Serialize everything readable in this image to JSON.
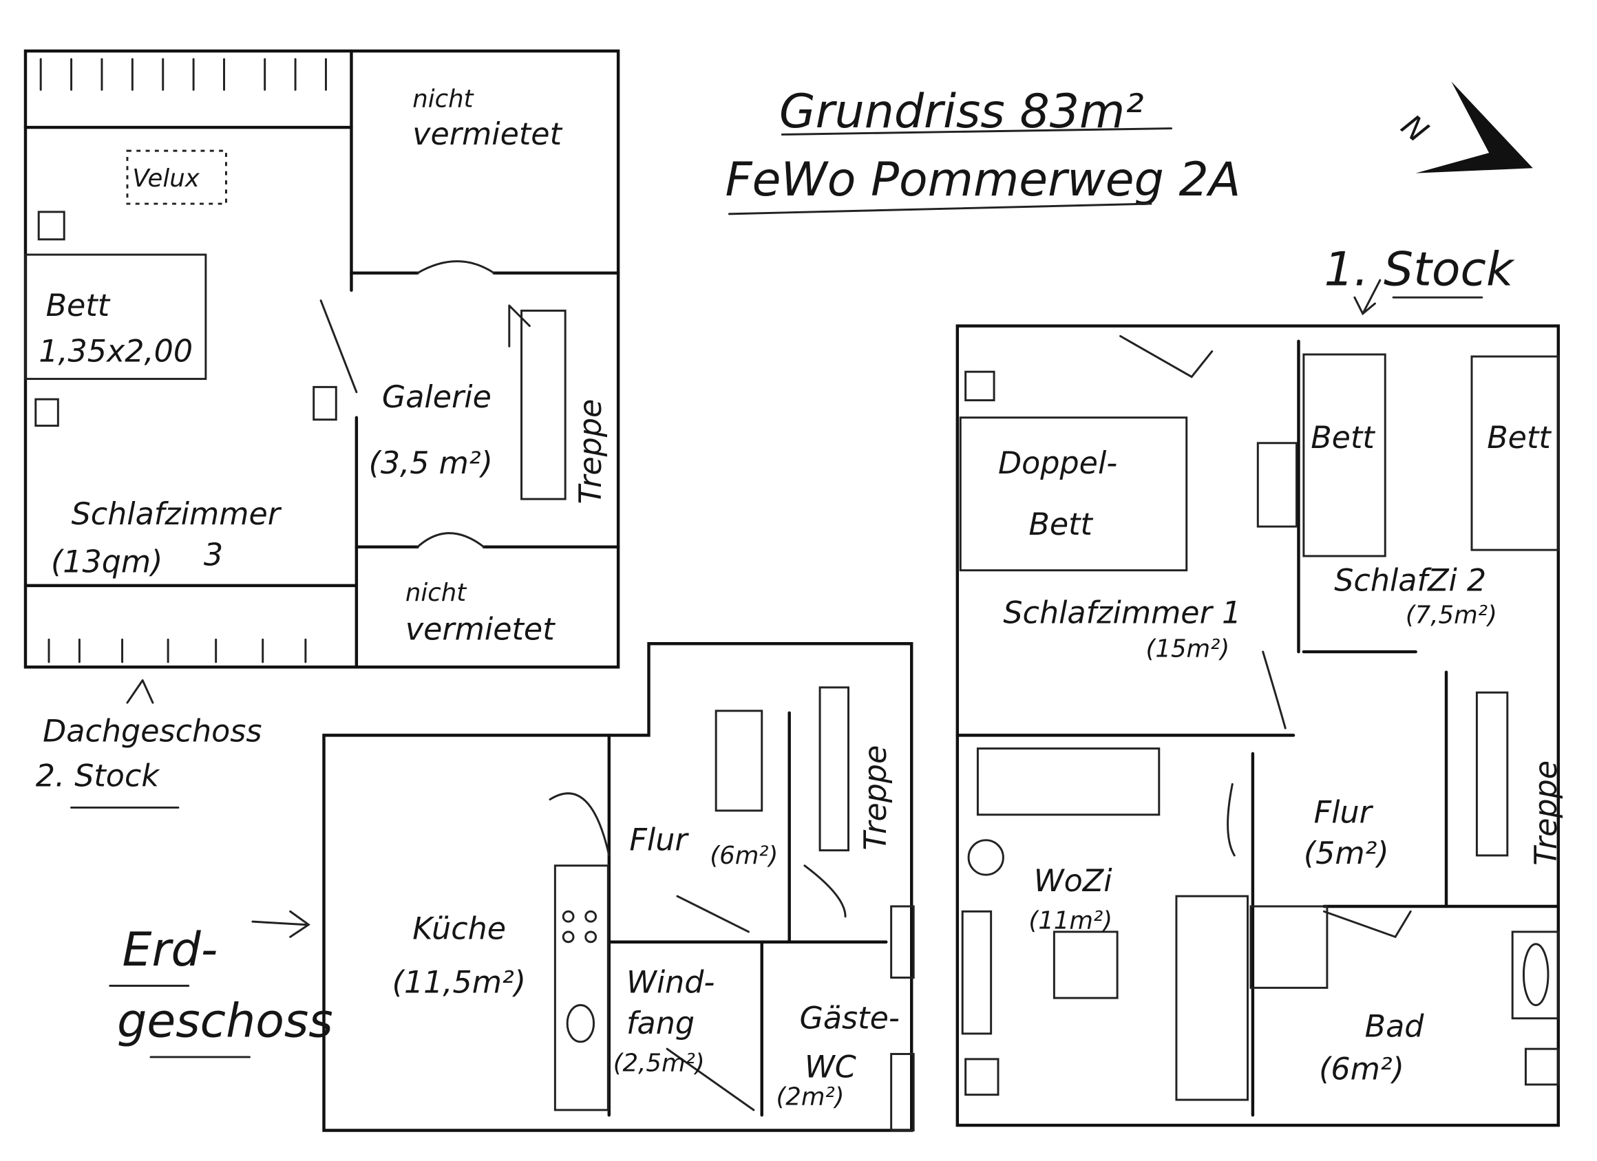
{
  "title": {
    "line1": "Grundriss 83m²",
    "line2": "FeWo Pommerweg 2A"
  },
  "north_label": "N",
  "floors": {
    "attic": {
      "label1": "Dachgeschoss",
      "label2": "2. Stock"
    },
    "ground": {
      "label1": "Erd-",
      "label2": "geschoss"
    },
    "first": {
      "label": "1. Stock"
    }
  },
  "attic_rooms": {
    "not_rented_top": [
      "nicht",
      "vermietet"
    ],
    "not_rented_bottom": [
      "nicht",
      "vermietet"
    ],
    "velux": "Velux",
    "bed": [
      "Bett",
      "1,35x2,00"
    ],
    "gallery": [
      "Galerie",
      "(3,5 m²)"
    ],
    "stairs": "Treppe",
    "bedroom3": [
      "Schlafzimmer",
      "(13qm)",
      "3"
    ]
  },
  "ground_rooms": {
    "kitchen": [
      "Küche",
      "(11,5m²)"
    ],
    "hall": [
      "Flur",
      "(6m²)"
    ],
    "stairs": "Treppe",
    "vestibule": [
      "Wind-",
      "fang",
      "(2,5m²)"
    ],
    "guest_wc": [
      "Gäste-",
      "WC",
      "(2m²)"
    ]
  },
  "first_rooms": {
    "double_bed": [
      "Doppel-",
      "Bett"
    ],
    "bed_a": "Bett",
    "bed_b": "Bett",
    "bedroom1": [
      "Schlafzimmer 1",
      "(15m²)"
    ],
    "bedroom2": [
      "SchlafZi 2",
      "(7,5m²)"
    ],
    "hall": [
      "Flur",
      "(5m²)"
    ],
    "stairs": "Treppe",
    "living": [
      "WoZi",
      "(11m²)"
    ],
    "bath": [
      "Bad",
      "(6m²)"
    ]
  }
}
